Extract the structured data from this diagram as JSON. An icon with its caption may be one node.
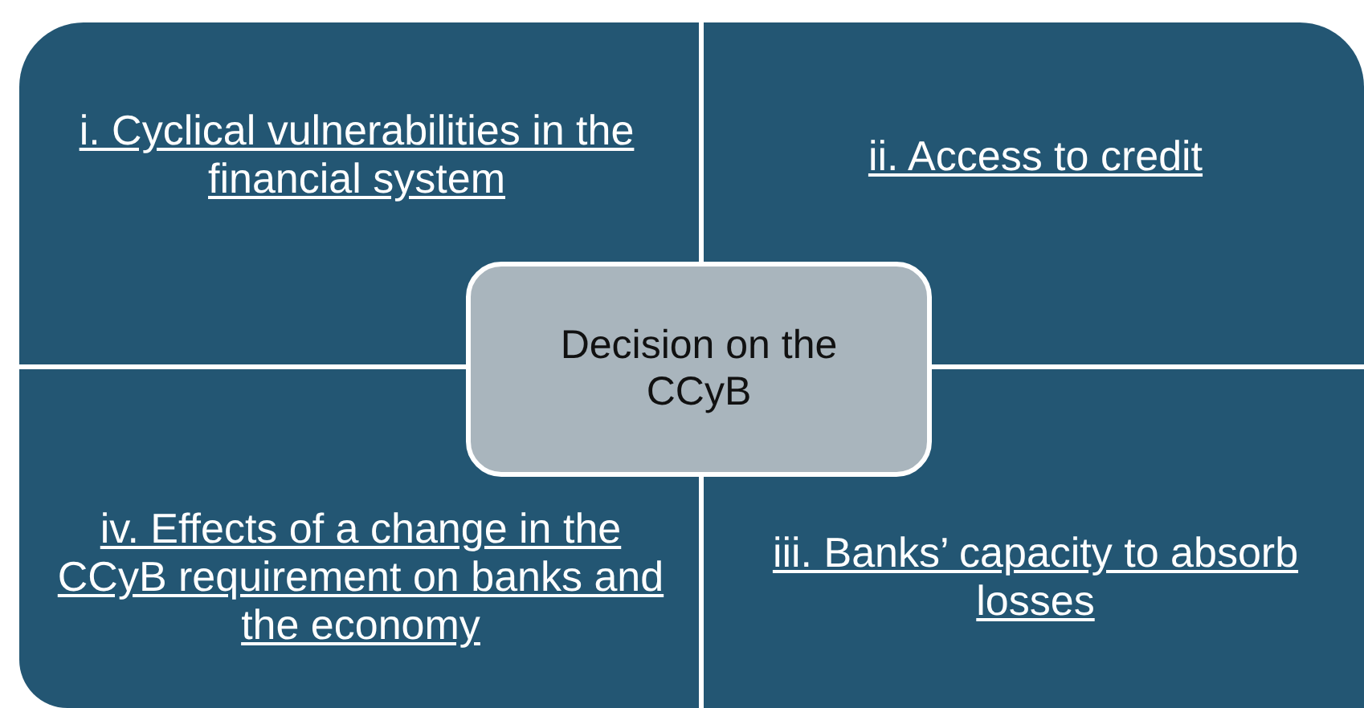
{
  "diagram": {
    "nodes": [
      {
        "text": [
          "i. Cyclical vulnerabilities in the financial system"
        ]
      },
      {
        "text": [
          "ii. Access to credit"
        ]
      },
      {
        "text": [
          "Decision on the CCyB"
        ]
      },
      {
        "text": [
          "iv. Effects of a change in the CCyB requirement on banks and the economy"
        ]
      },
      {
        "text": [
          "iii. Banks’ capacity to absorb losses"
        ]
      }
    ]
  }
}
